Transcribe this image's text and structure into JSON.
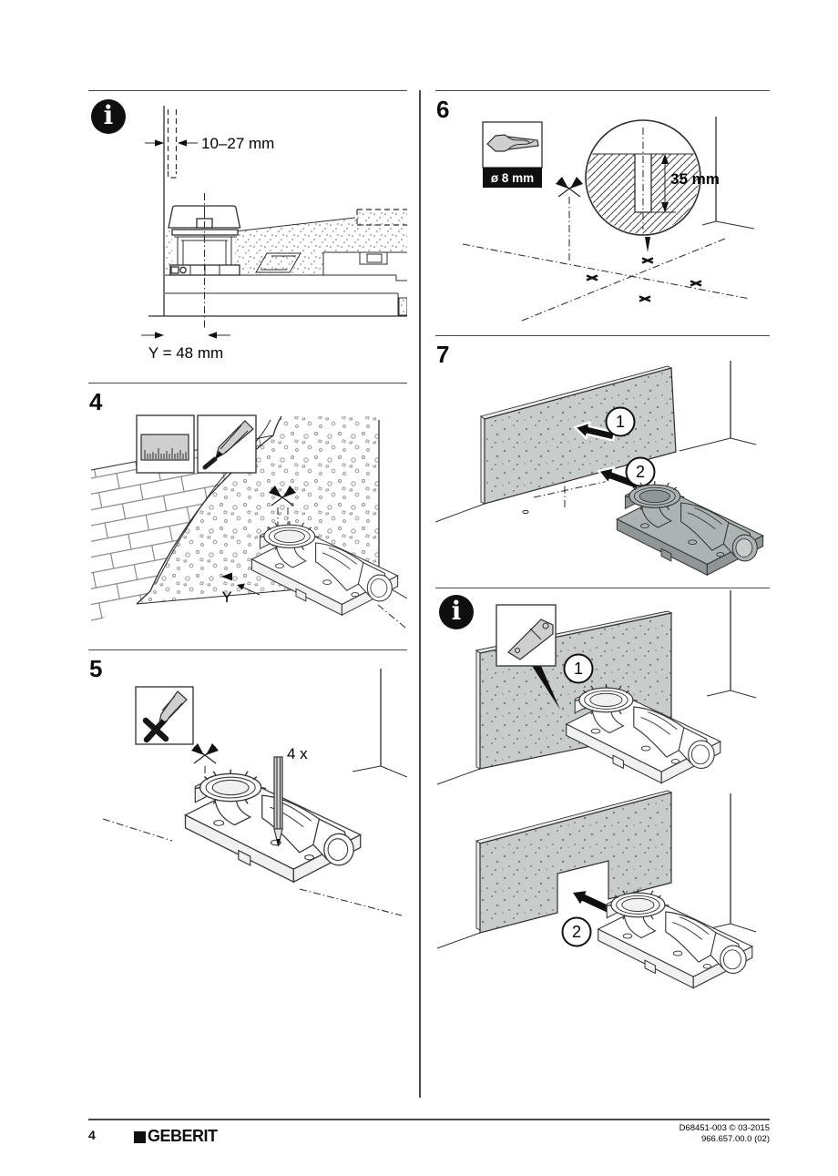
{
  "steps": {
    "info_top": {
      "icon_glyph": "i",
      "width_range_label": "10–27 mm",
      "depth_label": "Y = 48 mm"
    },
    "step4": {
      "number": "4",
      "distance_label": "Y"
    },
    "step5": {
      "number": "5",
      "count_label": "4 x"
    },
    "step6": {
      "number": "6",
      "drill_diameter_label": "ø 8 mm",
      "hole_depth_label": "35 mm"
    },
    "step7": {
      "number": "7",
      "badge_1": "1",
      "badge_2": "2"
    },
    "info_bottom": {
      "icon_glyph": "i",
      "badge_1": "1",
      "badge_2": "2"
    }
  },
  "footer": {
    "page_number": "4",
    "brand": "GEBERIT",
    "doc_code": "D68451-003 © 03-2015",
    "doc_variant": "966.657.00.0 (02)"
  }
}
